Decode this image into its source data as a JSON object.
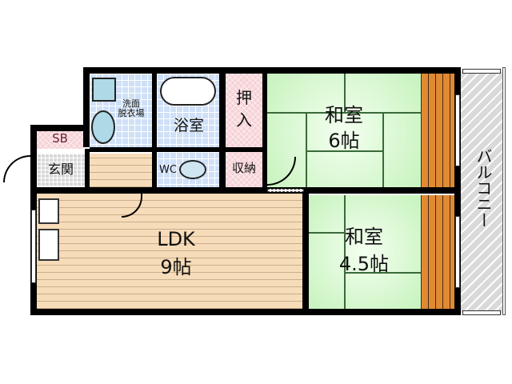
{
  "floorplan": {
    "rooms": {
      "senmen": {
        "label_line1": "洗面",
        "label_line2": "脱衣場"
      },
      "bath": {
        "label": "浴室"
      },
      "oshiire": {
        "label_line1": "押",
        "label_line2": "入"
      },
      "washitsu_6": {
        "label_line1": "和室",
        "label_line2": "6帖"
      },
      "sb": {
        "label": "SB"
      },
      "genkan": {
        "label": "玄関"
      },
      "wc": {
        "label": "WC"
      },
      "shuno": {
        "label": "収納"
      },
      "balcony": {
        "label": "バルコニー"
      },
      "ldk": {
        "label_line1": "LDK",
        "label_line2": "9帖"
      },
      "washitsu_45": {
        "label_line1": "和室",
        "label_line2": "4.5帖"
      }
    },
    "colors": {
      "wall": "#000000",
      "wet_area_tile": "#cfe0f7",
      "storage_pink": "#f6d2d6",
      "flooring": "#f7dcb9",
      "tatami": "#c6f3bd",
      "engawa_wood": "#e08a33",
      "balcony": "#d9d9d9"
    }
  }
}
